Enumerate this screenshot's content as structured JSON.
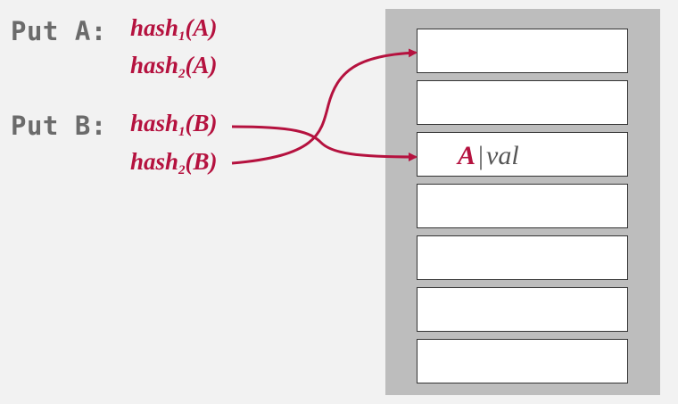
{
  "operations": [
    {
      "label": "Put A:",
      "hashes": [
        {
          "fn": "hash",
          "sub": "1",
          "arg": "(A)"
        },
        {
          "fn": "hash",
          "sub": "2",
          "arg": "(A)"
        }
      ]
    },
    {
      "label": "Put B:",
      "hashes": [
        {
          "fn": "hash",
          "sub": "1",
          "arg": "(B)"
        },
        {
          "fn": "hash",
          "sub": "2",
          "arg": "(B)"
        }
      ]
    }
  ],
  "table": {
    "slot_count": 7,
    "occupied": {
      "slot_index": 2,
      "key": "A",
      "separator": "|",
      "value": "val"
    }
  },
  "colors": {
    "accent": "#b5123f",
    "text_gray": "#6b6b6b",
    "table_bg": "#bdbdbd",
    "slot_border": "#333333",
    "page_bg": "#f2f2f2"
  }
}
